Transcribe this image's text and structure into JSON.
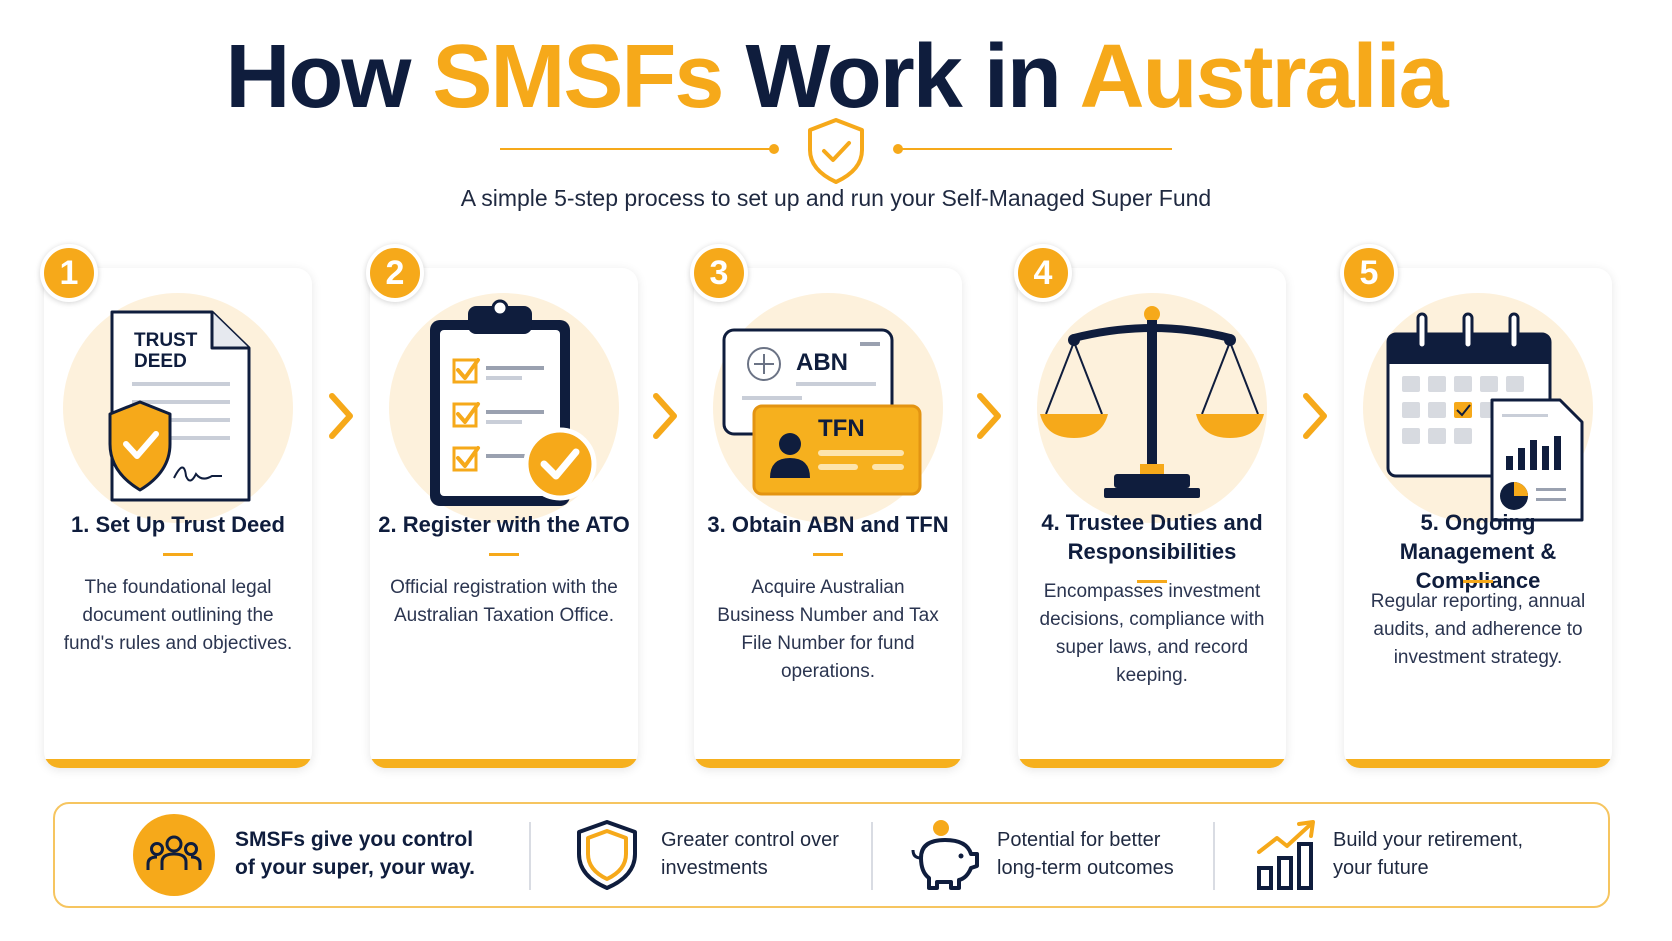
{
  "header": {
    "title_part1": "How",
    "title_part2": "SMSFs",
    "title_part3": "Work in",
    "title_part4": "Australia",
    "subtitle": "A simple 5-step process to set up and run your Self-Managed Super Fund"
  },
  "colors": {
    "accent": "#f6a91a",
    "navy": "#0f1d3d",
    "light_circle": "#fdf1dc"
  },
  "steps": [
    {
      "number": "1",
      "title": "1. Set Up Trust Deed",
      "description": "The foundational legal document outlining the fund's rules and objectives.",
      "icon": "trust-deed-document-icon",
      "doc_label_line1": "TRUST",
      "doc_label_line2": "DEED"
    },
    {
      "number": "2",
      "title": "2. Register with the ATO",
      "description": "Official registration with the Australian Taxation Office.",
      "icon": "clipboard-checklist-icon"
    },
    {
      "number": "3",
      "title": "3. Obtain ABN and TFN",
      "description": "Acquire Australian Business Number and Tax File Number for fund operations.",
      "icon": "id-cards-icon",
      "card1_label": "ABN",
      "card2_label": "TFN"
    },
    {
      "number": "4",
      "title": "4. Trustee Duties and Responsibilities",
      "description": "Encompasses investment decisions, compliance with super laws, and record keeping.",
      "icon": "scales-of-justice-icon"
    },
    {
      "number": "5",
      "title": "5. Ongoing Management & Compliance",
      "description": "Regular reporting, annual audits, and adherence to investment strategy.",
      "icon": "calendar-report-icon"
    }
  ],
  "footer": {
    "main_message": "SMSFs give you control of your super, your way.",
    "main_icon": "people-group-icon",
    "benefits": [
      {
        "text": "Greater control over investments",
        "icon": "shield-icon"
      },
      {
        "text": "Potential for better long-term outcomes",
        "icon": "piggy-bank-icon"
      },
      {
        "text": "Build your retirement, your future",
        "icon": "growth-chart-icon"
      }
    ]
  }
}
